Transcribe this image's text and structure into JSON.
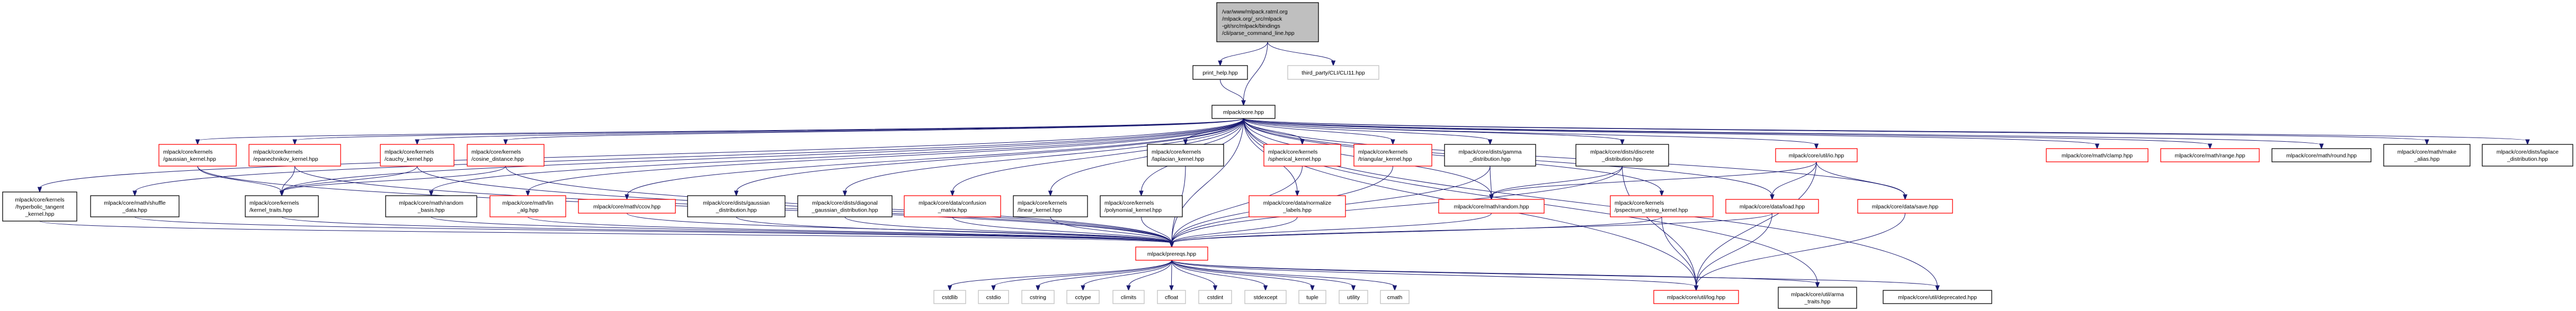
{
  "title": "Include dependency graph for parse_command_line.hpp",
  "colors": {
    "edge": "#191970",
    "border_default": "#000000",
    "border_missing_docs": "#ff0000",
    "border_external": "#bfbfbf",
    "root_fill": "#bfbfbf",
    "node_fill": "#ffffff"
  },
  "nodes": [
    {
      "id": "root",
      "lines": [
        "/var/www/mlpack.ratml.org",
        "/mlpack.org/_src/mlpack",
        "-git/src/mlpack/bindings",
        "/cli/parse_command_line.hpp"
      ],
      "style": "root"
    },
    {
      "id": "print_help",
      "lines": [
        "print_help.hpp"
      ],
      "style": "default"
    },
    {
      "id": "cli11",
      "lines": [
        "third_party/CLI/CLI11.hpp"
      ],
      "style": "external"
    },
    {
      "id": "core",
      "lines": [
        "mlpack/core.hpp"
      ],
      "style": "default"
    },
    {
      "id": "gaussian_kernel",
      "lines": [
        "mlpack/core/kernels",
        "/gaussian_kernel.hpp"
      ],
      "style": "red"
    },
    {
      "id": "epanechnikov_kernel",
      "lines": [
        "mlpack/core/kernels",
        "/epanechnikov_kernel.hpp"
      ],
      "style": "red"
    },
    {
      "id": "cauchy_kernel",
      "lines": [
        "mlpack/core/kernels",
        "/cauchy_kernel.hpp"
      ],
      "style": "red"
    },
    {
      "id": "cosine_distance",
      "lines": [
        "mlpack/core/kernels",
        "/cosine_distance.hpp"
      ],
      "style": "red"
    },
    {
      "id": "laplacian_kernel",
      "lines": [
        "mlpack/core/kernels",
        "/laplacian_kernel.hpp"
      ],
      "style": "default"
    },
    {
      "id": "spherical_kernel",
      "lines": [
        "mlpack/core/kernels",
        "/spherical_kernel.hpp"
      ],
      "style": "red"
    },
    {
      "id": "triangular_kernel",
      "lines": [
        "mlpack/core/kernels",
        "/triangular_kernel.hpp"
      ],
      "style": "red"
    },
    {
      "id": "gamma_distribution",
      "lines": [
        "mlpack/core/dists/gamma",
        "_distribution.hpp"
      ],
      "style": "default"
    },
    {
      "id": "discrete_distribution",
      "lines": [
        "mlpack/core/dists/discrete",
        "_distribution.hpp"
      ],
      "style": "default"
    },
    {
      "id": "io",
      "lines": [
        "mlpack/core/util/io.hpp"
      ],
      "style": "red"
    },
    {
      "id": "clamp",
      "lines": [
        "mlpack/core/math/clamp.hpp"
      ],
      "style": "red"
    },
    {
      "id": "range",
      "lines": [
        "mlpack/core/math/range.hpp"
      ],
      "style": "red"
    },
    {
      "id": "round",
      "lines": [
        "mlpack/core/math/round.hpp"
      ],
      "style": "default"
    },
    {
      "id": "make_alias",
      "lines": [
        "mlpack/core/math/make",
        "_alias.hpp"
      ],
      "style": "default"
    },
    {
      "id": "laplace_distribution",
      "lines": [
        "mlpack/core/dists/laplace",
        "_distribution.hpp"
      ],
      "style": "default"
    },
    {
      "id": "hyperbolic_tangent_kernel",
      "lines": [
        "mlpack/core/kernels",
        "/hyperbolic_tangent",
        "_kernel.hpp"
      ],
      "style": "default"
    },
    {
      "id": "shuffle_data",
      "lines": [
        "mlpack/core/math/shuffle",
        "_data.hpp"
      ],
      "style": "default"
    },
    {
      "id": "kernel_traits",
      "lines": [
        "mlpack/core/kernels",
        "/kernel_traits.hpp"
      ],
      "style": "default"
    },
    {
      "id": "random_basis",
      "lines": [
        "mlpack/core/math/random",
        "_basis.hpp"
      ],
      "style": "default"
    },
    {
      "id": "lin_alg",
      "lines": [
        "mlpack/core/math/lin",
        "_alg.hpp"
      ],
      "style": "red"
    },
    {
      "id": "ccov",
      "lines": [
        "mlpack/core/math/ccov.hpp"
      ],
      "style": "red"
    },
    {
      "id": "gaussian_distribution",
      "lines": [
        "mlpack/core/dists/gaussian",
        "_distribution.hpp"
      ],
      "style": "default"
    },
    {
      "id": "diagonal_gaussian_distribution",
      "lines": [
        "mlpack/core/dists/diagonal",
        "_gaussian_distribution.hpp"
      ],
      "style": "default"
    },
    {
      "id": "confusion_matrix",
      "lines": [
        "mlpack/core/data/confusion",
        "_matrix.hpp"
      ],
      "style": "red"
    },
    {
      "id": "linear_kernel",
      "lines": [
        "mlpack/core/kernels",
        "/linear_kernel.hpp"
      ],
      "style": "default"
    },
    {
      "id": "polynomial_kernel",
      "lines": [
        "mlpack/core/kernels",
        "/polynomial_kernel.hpp"
      ],
      "style": "default"
    },
    {
      "id": "normalize_labels",
      "lines": [
        "mlpack/core/data/normalize",
        "_labels.hpp"
      ],
      "style": "red"
    },
    {
      "id": "random",
      "lines": [
        "mlpack/core/math/random.hpp"
      ],
      "style": "red"
    },
    {
      "id": "pspectrum_string_kernel",
      "lines": [
        "mlpack/core/kernels",
        "/pspectrum_string_kernel.hpp"
      ],
      "style": "red"
    },
    {
      "id": "load",
      "lines": [
        "mlpack/core/data/load.hpp"
      ],
      "style": "red"
    },
    {
      "id": "save",
      "lines": [
        "mlpack/core/data/save.hpp"
      ],
      "style": "red"
    },
    {
      "id": "prereqs",
      "lines": [
        "mlpack/prereqs.hpp"
      ],
      "style": "red"
    },
    {
      "id": "cstdlib",
      "lines": [
        "cstdlib"
      ],
      "style": "external"
    },
    {
      "id": "cstdio",
      "lines": [
        "cstdio"
      ],
      "style": "external"
    },
    {
      "id": "cstring",
      "lines": [
        "cstring"
      ],
      "style": "external"
    },
    {
      "id": "cctype",
      "lines": [
        "cctype"
      ],
      "style": "external"
    },
    {
      "id": "climits",
      "lines": [
        "climits"
      ],
      "style": "external"
    },
    {
      "id": "cfloat",
      "lines": [
        "cfloat"
      ],
      "style": "external"
    },
    {
      "id": "cstdint",
      "lines": [
        "cstdint"
      ],
      "style": "external"
    },
    {
      "id": "stdexcept",
      "lines": [
        "stdexcept"
      ],
      "style": "external"
    },
    {
      "id": "tuple",
      "lines": [
        "tuple"
      ],
      "style": "external"
    },
    {
      "id": "utility",
      "lines": [
        "utility"
      ],
      "style": "external"
    },
    {
      "id": "cmath",
      "lines": [
        "cmath"
      ],
      "style": "external"
    },
    {
      "id": "log",
      "lines": [
        "mlpack/core/util/log.hpp"
      ],
      "style": "red"
    },
    {
      "id": "arma_traits",
      "lines": [
        "mlpack/core/util/arma",
        "_traits.hpp"
      ],
      "style": "default"
    },
    {
      "id": "deprecated",
      "lines": [
        "mlpack/core/util/deprecated.hpp"
      ],
      "style": "default"
    }
  ],
  "edges": [
    [
      "root",
      "print_help"
    ],
    [
      "root",
      "core"
    ],
    [
      "root",
      "cli11"
    ],
    [
      "print_help",
      "core"
    ],
    [
      "core",
      "hyperbolic_tangent_kernel"
    ],
    [
      "core",
      "shuffle_data"
    ],
    [
      "core",
      "gaussian_kernel"
    ],
    [
      "core",
      "epanechnikov_kernel"
    ],
    [
      "core",
      "kernel_traits"
    ],
    [
      "core",
      "cauchy_kernel"
    ],
    [
      "core",
      "cosine_distance"
    ],
    [
      "core",
      "random_basis"
    ],
    [
      "core",
      "lin_alg"
    ],
    [
      "core",
      "ccov"
    ],
    [
      "core",
      "gaussian_distribution"
    ],
    [
      "core",
      "diagonal_gaussian_distribution"
    ],
    [
      "core",
      "confusion_matrix"
    ],
    [
      "core",
      "linear_kernel"
    ],
    [
      "core",
      "polynomial_kernel"
    ],
    [
      "core",
      "laplacian_kernel"
    ],
    [
      "core",
      "prereqs"
    ],
    [
      "core",
      "spherical_kernel"
    ],
    [
      "core",
      "normalize_labels"
    ],
    [
      "core",
      "triangular_kernel"
    ],
    [
      "core",
      "gamma_distribution"
    ],
    [
      "core",
      "discrete_distribution"
    ],
    [
      "core",
      "random"
    ],
    [
      "core",
      "pspectrum_string_kernel"
    ],
    [
      "core",
      "load"
    ],
    [
      "core",
      "io"
    ],
    [
      "core",
      "save"
    ],
    [
      "core",
      "log"
    ],
    [
      "core",
      "arma_traits"
    ],
    [
      "core",
      "deprecated"
    ],
    [
      "core",
      "clamp"
    ],
    [
      "core",
      "range"
    ],
    [
      "core",
      "round"
    ],
    [
      "core",
      "make_alias"
    ],
    [
      "core",
      "laplace_distribution"
    ],
    [
      "gaussian_kernel",
      "kernel_traits"
    ],
    [
      "gaussian_kernel",
      "prereqs"
    ],
    [
      "epanechnikov_kernel",
      "kernel_traits"
    ],
    [
      "epanechnikov_kernel",
      "prereqs"
    ],
    [
      "cauchy_kernel",
      "kernel_traits"
    ],
    [
      "cauchy_kernel",
      "prereqs"
    ],
    [
      "cosine_distance",
      "kernel_traits"
    ],
    [
      "cosine_distance",
      "prereqs"
    ],
    [
      "hyperbolic_tangent_kernel",
      "prereqs"
    ],
    [
      "shuffle_data",
      "prereqs"
    ],
    [
      "kernel_traits",
      "prereqs"
    ],
    [
      "random_basis",
      "prereqs"
    ],
    [
      "lin_alg",
      "prereqs"
    ],
    [
      "ccov",
      "prereqs"
    ],
    [
      "gaussian_distribution",
      "prereqs"
    ],
    [
      "diagonal_gaussian_distribution",
      "prereqs"
    ],
    [
      "confusion_matrix",
      "prereqs"
    ],
    [
      "linear_kernel",
      "prereqs"
    ],
    [
      "polynomial_kernel",
      "prereqs"
    ],
    [
      "laplacian_kernel",
      "prereqs"
    ],
    [
      "spherical_kernel",
      "prereqs"
    ],
    [
      "normalize_labels",
      "prereqs"
    ],
    [
      "triangular_kernel",
      "prereqs"
    ],
    [
      "gamma_distribution",
      "random"
    ],
    [
      "gamma_distribution",
      "prereqs"
    ],
    [
      "discrete_distribution",
      "random"
    ],
    [
      "discrete_distribution",
      "prereqs"
    ],
    [
      "discrete_distribution",
      "log"
    ],
    [
      "random",
      "prereqs"
    ],
    [
      "pspectrum_string_kernel",
      "prereqs"
    ],
    [
      "pspectrum_string_kernel",
      "log"
    ],
    [
      "io",
      "load"
    ],
    [
      "io",
      "save"
    ],
    [
      "io",
      "log"
    ],
    [
      "io",
      "random"
    ],
    [
      "load",
      "log"
    ],
    [
      "load",
      "prereqs"
    ],
    [
      "save",
      "log"
    ],
    [
      "prereqs",
      "cstdlib"
    ],
    [
      "prereqs",
      "cstdio"
    ],
    [
      "prereqs",
      "cstring"
    ],
    [
      "prereqs",
      "cctype"
    ],
    [
      "prereqs",
      "climits"
    ],
    [
      "prereqs",
      "cfloat"
    ],
    [
      "prereqs",
      "cstdint"
    ],
    [
      "prereqs",
      "stdexcept"
    ],
    [
      "prereqs",
      "tuple"
    ],
    [
      "prereqs",
      "utility"
    ],
    [
      "prereqs",
      "cmath"
    ],
    [
      "prereqs",
      "log"
    ],
    [
      "prereqs",
      "arma_traits"
    ],
    [
      "prereqs",
      "deprecated"
    ]
  ]
}
